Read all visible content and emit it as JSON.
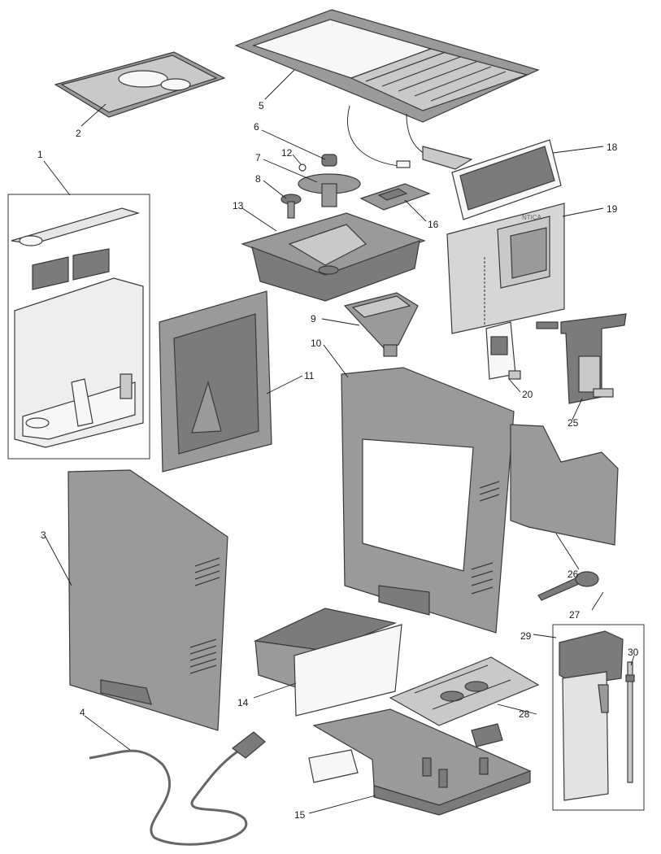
{
  "brand_text": "NTICA",
  "parts": [
    {
      "id": "1",
      "label": "1"
    },
    {
      "id": "2",
      "label": "2"
    },
    {
      "id": "3",
      "label": "3"
    },
    {
      "id": "4",
      "label": "4"
    },
    {
      "id": "5",
      "label": "5"
    },
    {
      "id": "6",
      "label": "6"
    },
    {
      "id": "7",
      "label": "7"
    },
    {
      "id": "8",
      "label": "8"
    },
    {
      "id": "9",
      "label": "9"
    },
    {
      "id": "10",
      "label": "10"
    },
    {
      "id": "11",
      "label": "11"
    },
    {
      "id": "12",
      "label": "12"
    },
    {
      "id": "13",
      "label": "13"
    },
    {
      "id": "14",
      "label": "14"
    },
    {
      "id": "15",
      "label": "15"
    },
    {
      "id": "16",
      "label": "16"
    },
    {
      "id": "18",
      "label": "18"
    },
    {
      "id": "19",
      "label": "19"
    },
    {
      "id": "20",
      "label": "20"
    },
    {
      "id": "25",
      "label": "25"
    },
    {
      "id": "26",
      "label": "26"
    },
    {
      "id": "27",
      "label": "27"
    },
    {
      "id": "28",
      "label": "28"
    },
    {
      "id": "29",
      "label": "29"
    },
    {
      "id": "30",
      "label": "30"
    }
  ]
}
